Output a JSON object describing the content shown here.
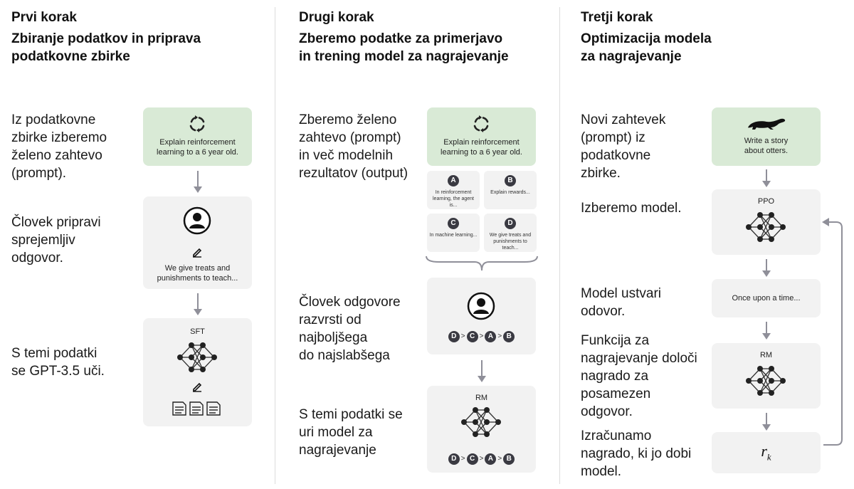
{
  "step1": {
    "title": "Prvi korak",
    "subtitle_line1": "Zbiranje podatkov in priprava",
    "subtitle_line2": "podatkovne zbirke",
    "desc1": [
      "Iz podatkovne",
      "zbirke izberemo",
      "želeno zahtevo",
      "(prompt)."
    ],
    "desc2": [
      "Človek pripravi",
      "sprejemljiv",
      "odgovor."
    ],
    "desc3": [
      "S temi podatki",
      "se GPT-3.5 uči."
    ],
    "prompt_line1": "Explain reinforcement",
    "prompt_line2": "learning to a 6 year old.",
    "answer_line1": "We give treats and",
    "answer_line2": "punishments to teach...",
    "model_label": "SFT"
  },
  "step2": {
    "title": "Drugi korak",
    "subtitle_line1": "Zberemo podatke za primerjavo",
    "subtitle_line2": "in trening model za nagrajevanje",
    "desc1": [
      "Zberemo želeno",
      "zahtevo (prompt)",
      "in več modelnih",
      "rezultatov (output)"
    ],
    "desc2": [
      "Človek odgovore",
      "razvrsti od",
      "najboljšega",
      "do najslabšega"
    ],
    "desc3": [
      "S temi podatki se",
      "uri model za",
      "nagrajevanje"
    ],
    "prompt_line1": "Explain reinforcement",
    "prompt_line2": "learning to a 6 year old.",
    "outputs": [
      {
        "letter": "A",
        "text": "In reinforcement learning, the agent is..."
      },
      {
        "letter": "B",
        "text": "Explain rewards..."
      },
      {
        "letter": "C",
        "text": "In machine learning..."
      },
      {
        "letter": "D",
        "text": "We give treats and punishments to teach..."
      }
    ],
    "ranking": [
      "D",
      "C",
      "A",
      "B"
    ],
    "gt": ">",
    "model_label": "RM"
  },
  "step3": {
    "title": "Tretji korak",
    "subtitle_line1": "Optimizacija modela",
    "subtitle_line2": "za nagrajevanje",
    "desc1": [
      "Novi zahtevek",
      "(prompt) iz",
      "podatkovne",
      "zbirke."
    ],
    "desc2": [
      "Izberemo model."
    ],
    "desc3": [
      "Model ustvari",
      "odovor."
    ],
    "desc4": [
      "Funkcija za",
      "nagrajevanje določi",
      "nagrado za",
      "posamezen",
      "odgovor."
    ],
    "desc5": [
      "Izračunamo",
      "nagrado, ki jo dobi",
      "model."
    ],
    "prompt_line1": "Write a story",
    "prompt_line2": "about otters.",
    "ppo_label": "PPO",
    "output_text": "Once upon a time...",
    "rm_label": "RM",
    "reward_symbol": "r",
    "reward_sub": "k"
  },
  "colors": {
    "prompt_box": "#d9ead6",
    "box": "#f2f2f2",
    "arrow": "#8f8f99",
    "badge": "#3a3a42"
  }
}
